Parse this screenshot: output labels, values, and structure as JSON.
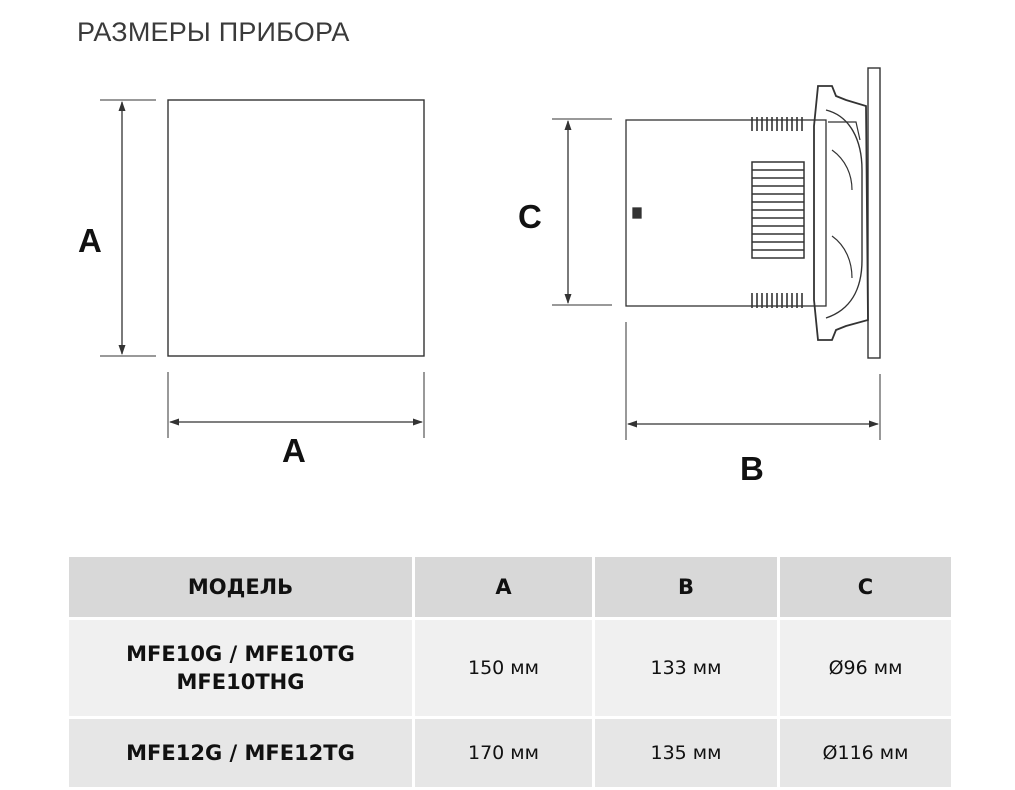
{
  "title": "РАЗМЕРЫ ПРИБОРА",
  "diagram": {
    "front_view": {
      "height_label": "A",
      "width_label": "A"
    },
    "side_view": {
      "height_label": "C",
      "depth_label": "B"
    }
  },
  "table": {
    "headers": [
      "МОДЕЛЬ",
      "A",
      "B",
      "C"
    ],
    "rows": [
      {
        "model_lines": [
          "MFE10G / MFE10TG",
          "MFE10THG"
        ],
        "a": "150 мм",
        "b": "133 мм",
        "c": "Ø96 мм"
      },
      {
        "model_lines": [
          "MFE12G / MFE12TG"
        ],
        "a": "170 мм",
        "b": "135 мм",
        "c": "Ø116 мм"
      }
    ]
  }
}
